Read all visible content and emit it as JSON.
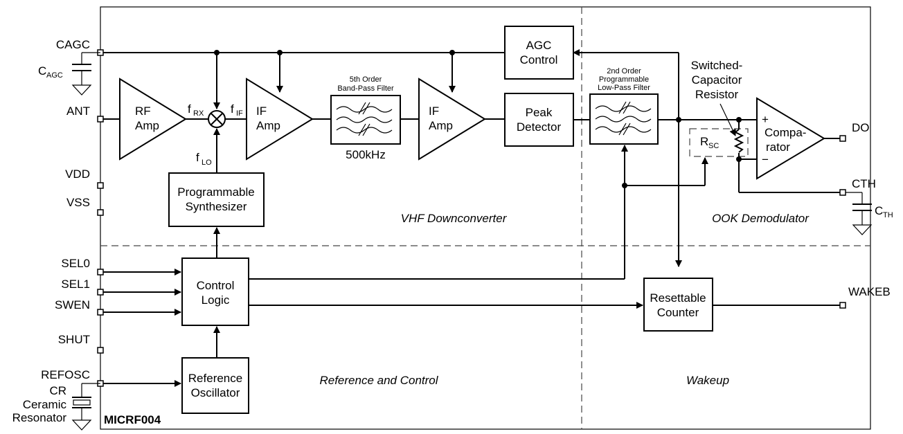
{
  "chip": {
    "name": "MICRF004"
  },
  "pins": {
    "cagc": "CAGC",
    "cagc_cap": "C",
    "cagc_cap_sub": "AGC",
    "ant": "ANT",
    "vdd": "VDD",
    "vss": "VSS",
    "sel0": "SEL0",
    "sel1": "SEL1",
    "swen": "SWEN",
    "shut": "SHUT",
    "refosc": "REFOSC",
    "cr": "CR",
    "ceramic": "Ceramic",
    "resonator": "Resonator",
    "do": "DO",
    "cth": "CTH",
    "cth_cap": "C",
    "cth_cap_sub": "TH",
    "wakeb": "WAKEB"
  },
  "blocks": {
    "rf_amp": [
      "RF",
      "Amp"
    ],
    "if_amp1": [
      "IF",
      "Amp"
    ],
    "if_amp2": [
      "IF",
      "Amp"
    ],
    "bpf_title": [
      "5th Order",
      "Band-Pass Filter"
    ],
    "bpf_freq": "500kHz",
    "agc": [
      "AGC",
      "Control"
    ],
    "peak": [
      "Peak",
      "Detector"
    ],
    "lpf_title": [
      "2nd Order",
      "Programmable",
      "Low-Pass Filter"
    ],
    "switched": [
      "Switched-",
      "Capacitor",
      "Resistor"
    ],
    "rsc": "R",
    "rsc_sub": "SC",
    "comparator": [
      "Compa-",
      "rator"
    ],
    "plus": "+",
    "minus": "−",
    "synth": [
      "Programmable",
      "Synthesizer"
    ],
    "control": [
      "Control",
      "Logic"
    ],
    "refosc": [
      "Reference",
      "Oscillator"
    ],
    "counter": [
      "Resettable",
      "Counter"
    ]
  },
  "signals": {
    "frx": "f",
    "frx_sub": "RX",
    "fif": "f",
    "fif_sub": "IF",
    "flo": "f",
    "flo_sub": "LO"
  },
  "regions": {
    "vhf": "VHF Downconverter",
    "ook": "OOK Demodulator",
    "refctl": "Reference and Control",
    "wakeup": "Wakeup"
  }
}
